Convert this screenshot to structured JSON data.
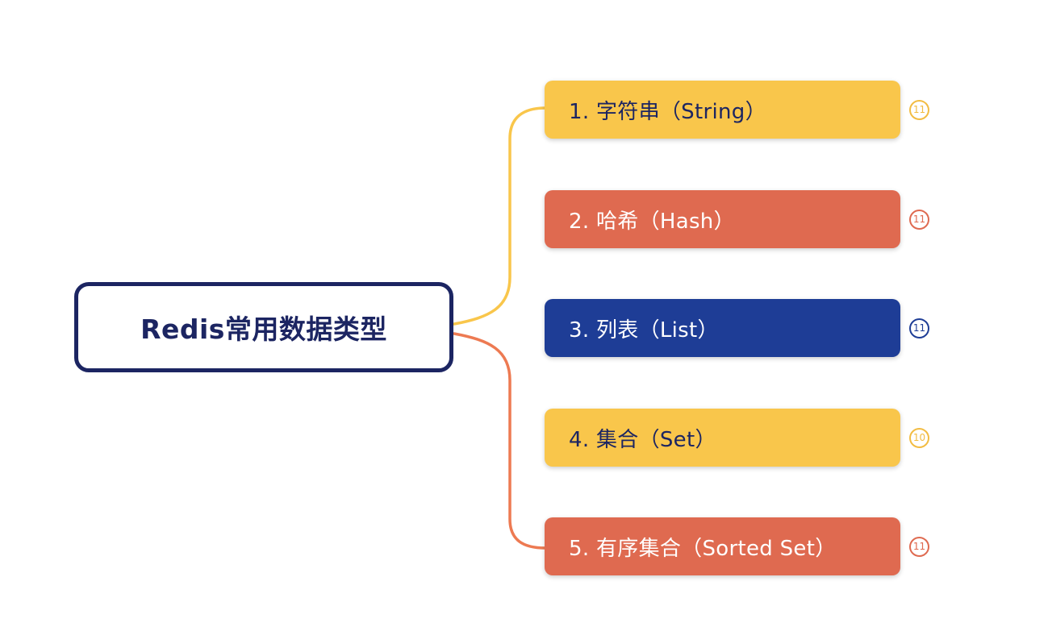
{
  "root": {
    "label": "Redis常用数据类型"
  },
  "branches": [
    {
      "label": "1. 字符串（String）",
      "badge": "11",
      "bg_color": "#F9C64B",
      "text_color": "#1C2562",
      "badge_color": "#F2BC42"
    },
    {
      "label": "2. 哈希（Hash）",
      "badge": "11",
      "bg_color": "#DF6A50",
      "text_color": "#FFFFFF",
      "badge_color": "#DF6A50"
    },
    {
      "label": "3. 列表（List）",
      "badge": "11",
      "bg_color": "#1E3D96",
      "text_color": "#FFFFFF",
      "badge_color": "#1E3D96"
    },
    {
      "label": "4. 集合（Set）",
      "badge": "10",
      "bg_color": "#F9C64B",
      "text_color": "#1C2562",
      "badge_color": "#F2BC42"
    },
    {
      "label": "5. 有序集合（Sorted Set）",
      "badge": "11",
      "bg_color": "#DF6A50",
      "text_color": "#FFFFFF",
      "badge_color": "#DF6A50"
    }
  ],
  "connectors": {
    "top_color": "#F9C64B",
    "bottom_color": "#ED7A52"
  },
  "colors": {
    "root_border": "#1C2562",
    "background": "#FFFFFF"
  }
}
